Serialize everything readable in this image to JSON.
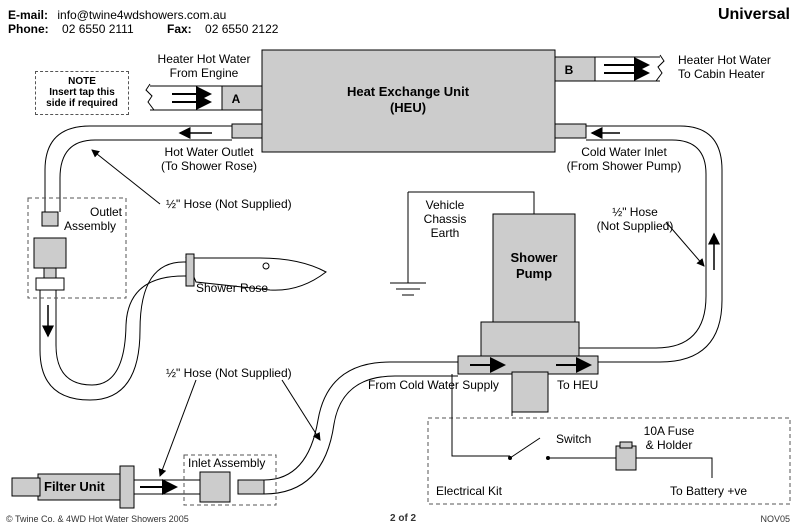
{
  "header": {
    "email_label": "E-mail:",
    "email": "info@twine4wdshowers.com.au",
    "phone_label": "Phone:",
    "phone": "02 6550 2111",
    "fax_label": "Fax:",
    "fax": "02 6550 2122",
    "title": "Universal"
  },
  "note": {
    "heading": "NOTE",
    "line1": "Insert tap this",
    "line2": "side if required"
  },
  "heu": {
    "line1": "Heat Exchange Unit",
    "line2": "(HEU)",
    "port_a": "A",
    "port_b": "B"
  },
  "labels": {
    "heater_in_1": "Heater Hot Water",
    "heater_in_2": "From Engine",
    "heater_out_1": "Heater Hot Water",
    "heater_out_2": "To Cabin Heater",
    "hot_outlet_1": "Hot Water Outlet",
    "hot_outlet_2": "(To Shower Rose)",
    "cold_inlet_1": "Cold Water Inlet",
    "cold_inlet_2": "(From Shower Pump)",
    "hose_left": "½\" Hose (Not Supplied)",
    "hose_right_1": "½\" Hose",
    "hose_right_2": "(Not Supplied)",
    "hose_bottom": "½\" Hose (Not Supplied)",
    "outlet_assembly_1": "Outlet",
    "outlet_assembly_2": "Assembly",
    "shower_rose": "Shower Rose",
    "chassis_1": "Vehicle",
    "chassis_2": "Chassis",
    "chassis_3": "Earth",
    "pump_1": "Shower",
    "pump_2": "Pump",
    "from_supply": "From Cold Water Supply",
    "to_heu": "To HEU",
    "filter_unit": "Filter Unit",
    "inlet_assembly": "Inlet Assembly",
    "switch": "Switch",
    "fuse_1": "10A Fuse",
    "fuse_2": "& Holder",
    "electrical_kit": "Electrical Kit",
    "battery": "To Battery +ve"
  },
  "footer": {
    "left": "© Twine Co. & 4WD Hot Water Showers 2005",
    "center": "2 of 2",
    "right": "NOV05"
  }
}
